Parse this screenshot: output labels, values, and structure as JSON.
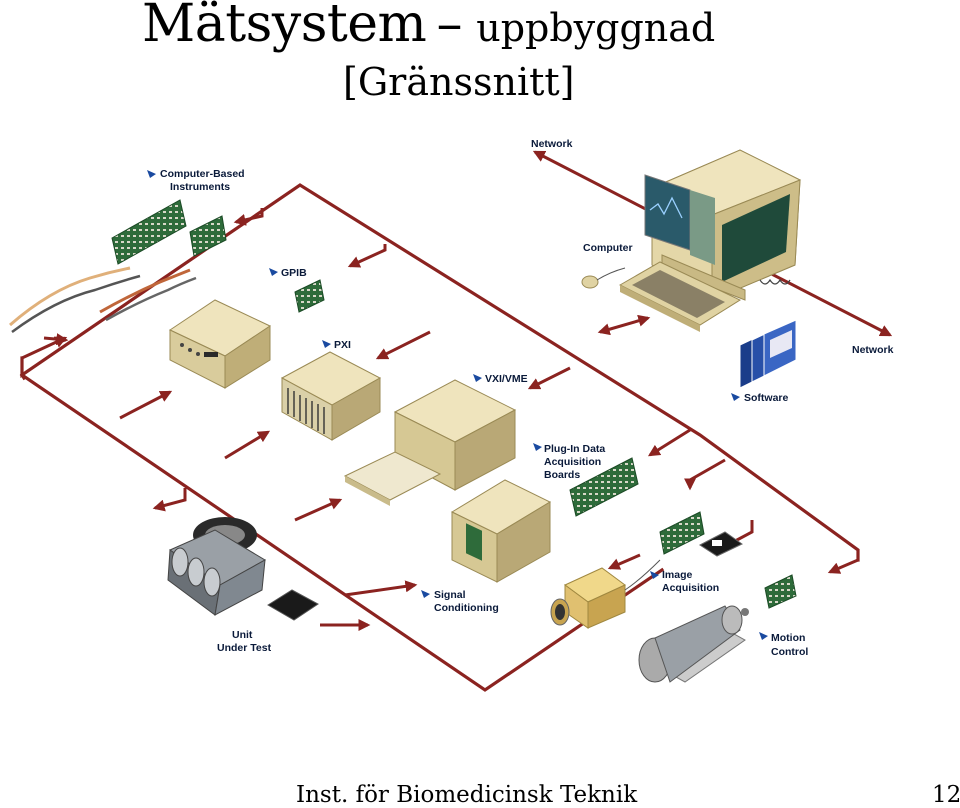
{
  "slide": {
    "title": "Mätsystem",
    "dash": "–",
    "title_suffix": "uppbyggnad",
    "subtitle": "[Gränssnitt]",
    "footer": "Inst. för Biomedicinsk Teknik",
    "page_number": "12"
  },
  "diagram": {
    "labels": {
      "network_top": "Network",
      "network_right": "Network",
      "computer": "Computer",
      "computer_based_1": "Computer-Based",
      "computer_based_2": "Instruments",
      "gpib": "GPIB",
      "pxi": "PXI",
      "vxi": "VXI/VME",
      "software": "Software",
      "plugin_1": "Plug-In Data",
      "plugin_2": "Acquisition",
      "plugin_3": "Boards",
      "image_1": "Image",
      "image_2": "Acquisition",
      "signal_1": "Signal",
      "signal_2": "Conditioning",
      "motion_1": "Motion",
      "motion_2": "Control",
      "unit_1": "Unit",
      "unit_2": "Under Test"
    },
    "colors": {
      "bus": "#8b2320",
      "board": "#2e6b3a",
      "beige": "#e4d7a8",
      "beige_dark": "#bfae78",
      "label": "#0a1a3a",
      "marker": "#1a4aa0"
    }
  }
}
